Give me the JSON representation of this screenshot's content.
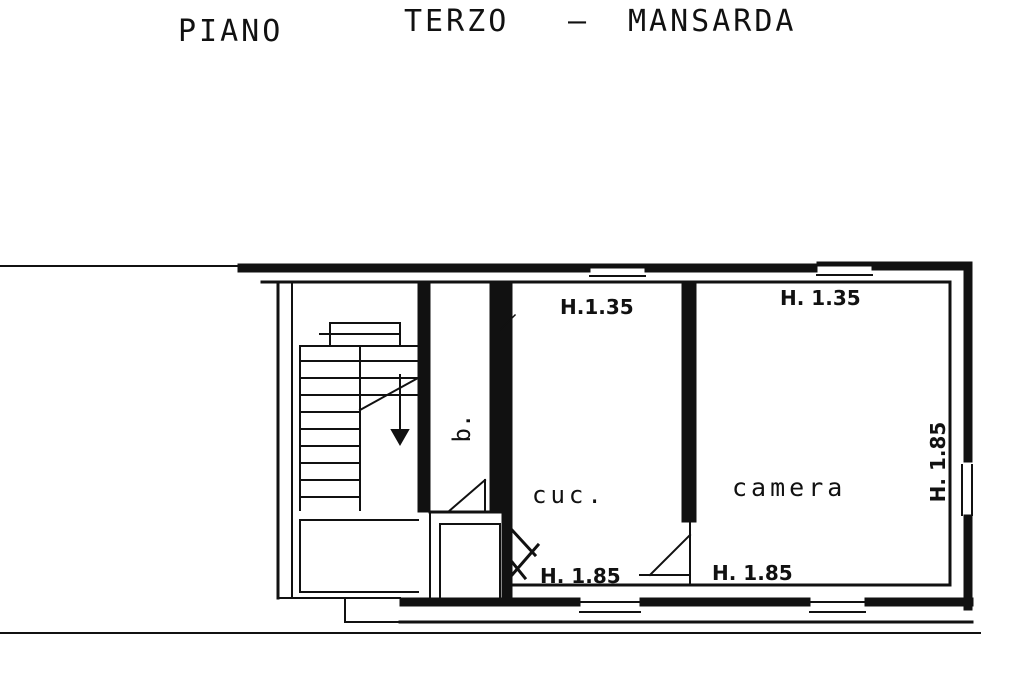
{
  "title": {
    "floor": "PIANO",
    "level": "TERZO",
    "dash": "–",
    "type": "MANSARDA"
  },
  "rooms": {
    "bath": "b.",
    "kitchen": "cuc.",
    "bedroom": "camera"
  },
  "heights": {
    "kitchen_top": "H.1.35",
    "bedroom_top": "H. 1.35",
    "bedroom_side": "H. 1.85",
    "kitchen_bottom": "H. 1.85",
    "bedroom_bottom": "H. 1.85"
  },
  "colors": {
    "ink": "#111111",
    "paper": "#ffffff"
  }
}
